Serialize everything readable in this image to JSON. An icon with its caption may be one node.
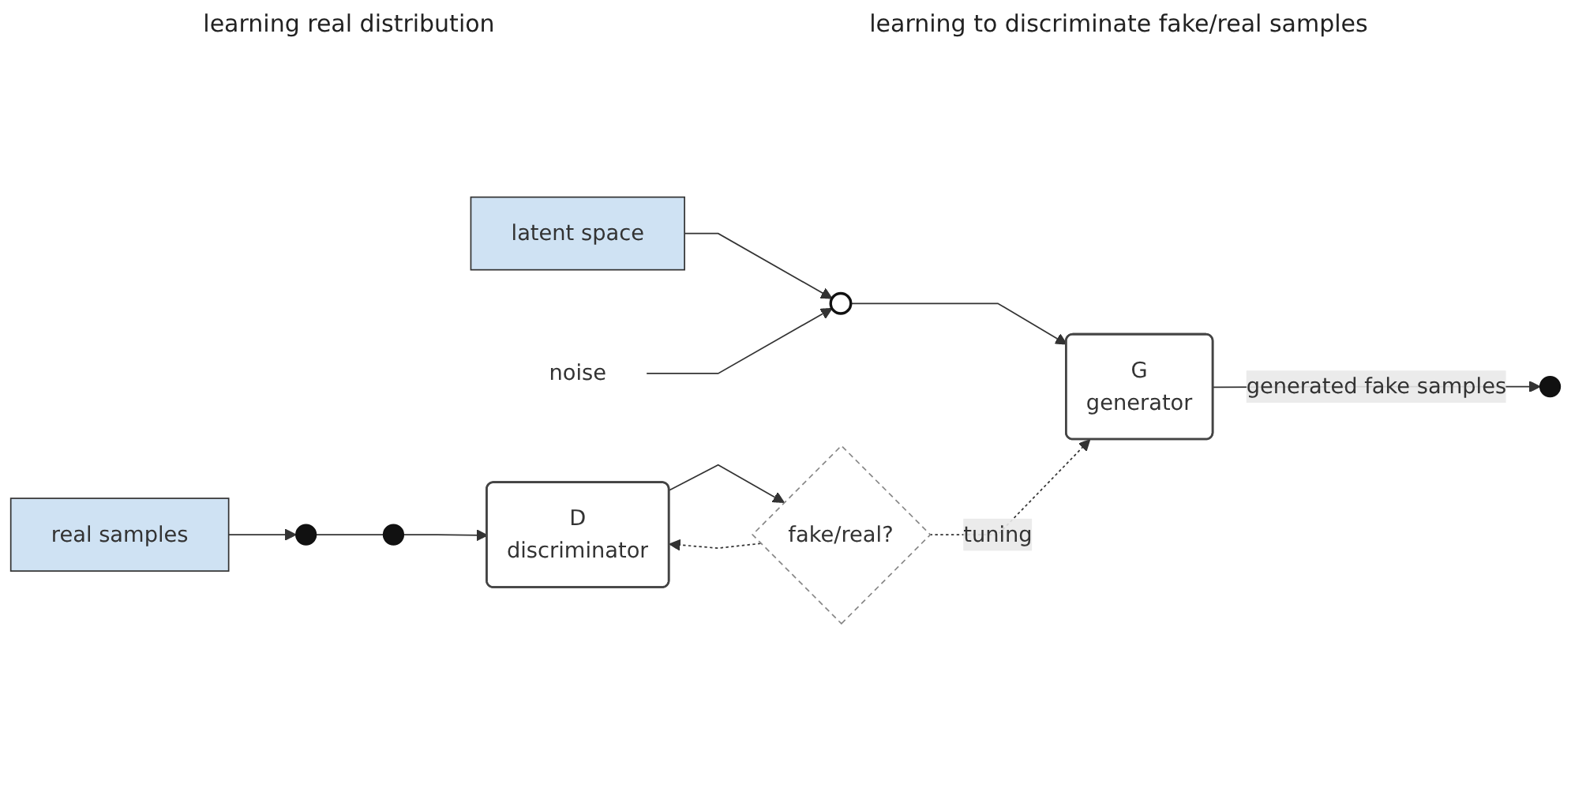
{
  "diagram": {
    "nodes": [
      {
        "text": [
          "latent space"
        ]
      },
      {
        "text": [],
        "shape": "circle"
      },
      {
        "text": [
          "noise"
        ]
      },
      {
        "text": [
          "G",
          "generator"
        ]
      },
      {
        "text": [
          "real samples"
        ]
      },
      {
        "text": [],
        "shape": "circle"
      },
      {
        "text": [],
        "shape": "circle"
      },
      {
        "text": [],
        "shape": "circle"
      },
      {
        "text": [
          "D",
          "discriminator"
        ]
      },
      {
        "text": [
          "fake/real?"
        ]
      }
    ],
    "edges": [
      {
        "from": 0,
        "to": 1,
        "arrow": "to"
      },
      {
        "from": 2,
        "to": 1,
        "arrow": "to"
      },
      {
        "from": 1,
        "to": 3,
        "arrow": "to"
      },
      {
        "from": 3,
        "to": 6,
        "arrow": "to",
        "label": "generated fake samples"
      },
      {
        "from": 4,
        "to": 5,
        "arrow": "to"
      },
      {
        "from": 5,
        "to": 7,
        "arrow": "none"
      },
      {
        "from": 7,
        "to": 8,
        "arrow": "to"
      },
      {
        "from": 8,
        "to": 9,
        "arrow": "to"
      },
      {
        "from": 9,
        "to": 8,
        "arrow": "to",
        "style": "dashed"
      },
      {
        "from": 9,
        "to": 3,
        "arrow": "to",
        "style": "dashed",
        "label": "tuning"
      }
    ],
    "labels": [
      "learning real distribution",
      "learning to discriminate fake/real samples"
    ]
  }
}
